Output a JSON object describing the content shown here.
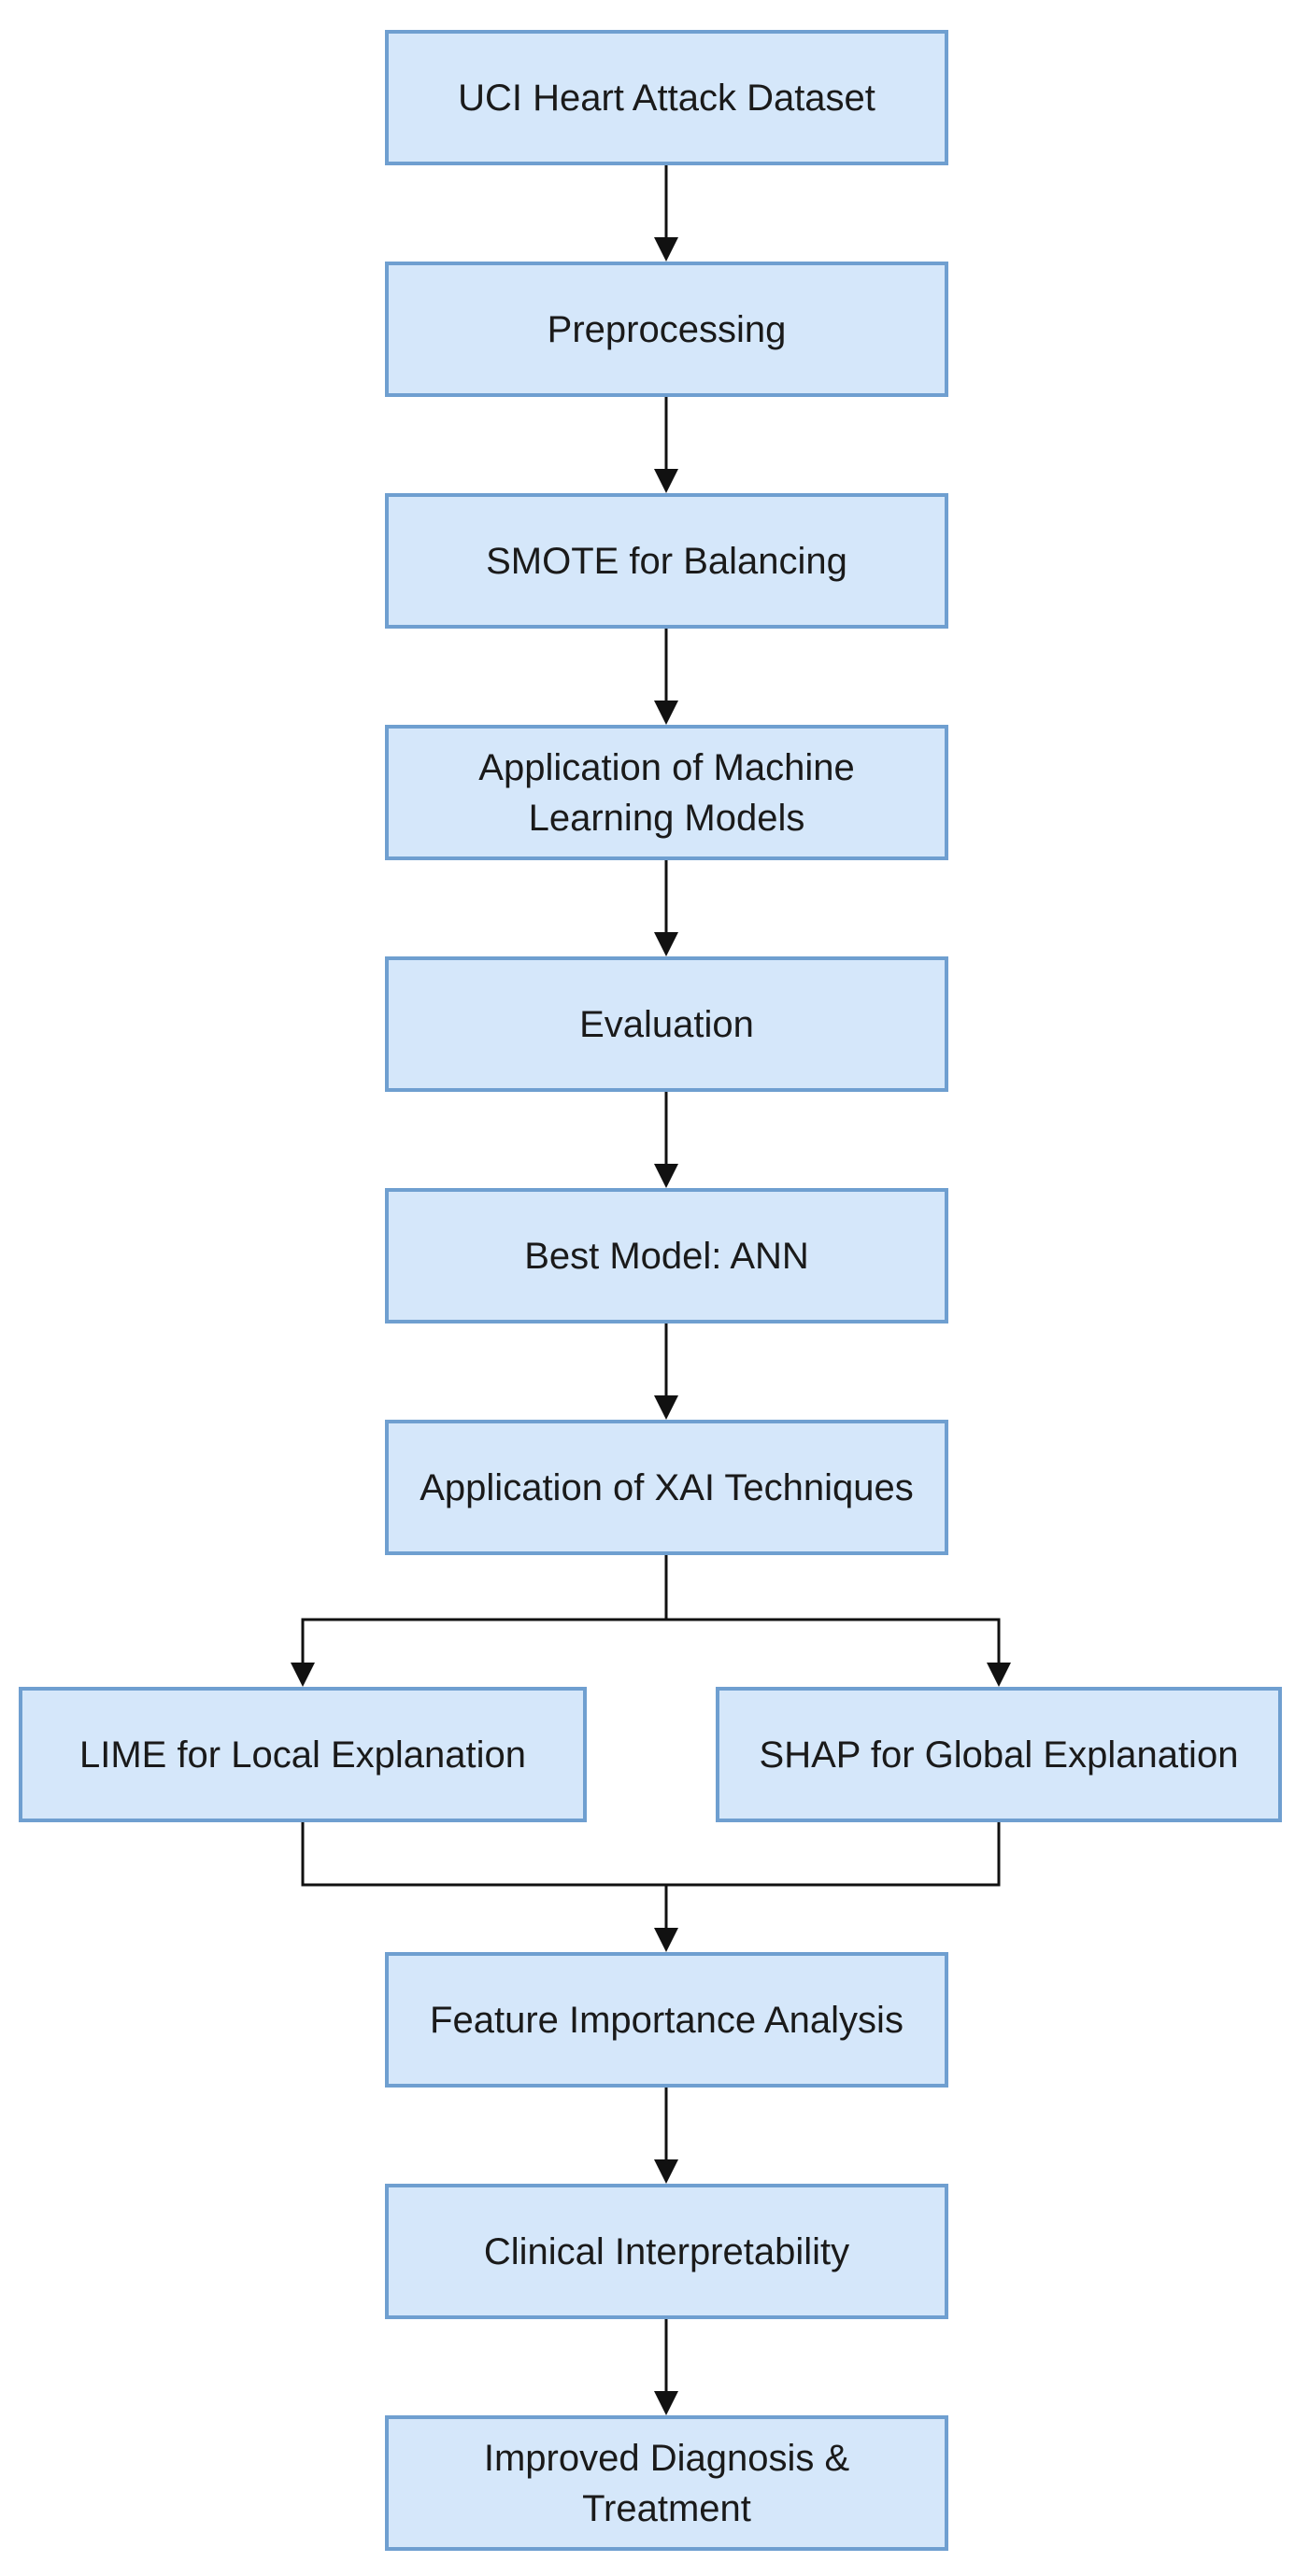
{
  "diagram": {
    "nodes": {
      "dataset": "UCI Heart Attack Dataset",
      "preprocessing": "Preprocessing",
      "smote": "SMOTE for Balancing",
      "ml_models": "Application of Machine Learning Models",
      "evaluation": "Evaluation",
      "best_model": "Best Model: ANN",
      "xai": "Application of XAI Techniques",
      "lime": "LIME for Local Explanation",
      "shap": "SHAP for Global Explanation",
      "feature_importance": "Feature Importance Analysis",
      "clinical": "Clinical Interpretability",
      "diagnosis": "Improved Diagnosis & Treatment"
    },
    "edges": [
      [
        "dataset",
        "preprocessing"
      ],
      [
        "preprocessing",
        "smote"
      ],
      [
        "smote",
        "ml_models"
      ],
      [
        "ml_models",
        "evaluation"
      ],
      [
        "evaluation",
        "best_model"
      ],
      [
        "best_model",
        "xai"
      ],
      [
        "xai",
        "lime"
      ],
      [
        "xai",
        "shap"
      ],
      [
        "lime",
        "feature_importance"
      ],
      [
        "shap",
        "feature_importance"
      ],
      [
        "feature_importance",
        "clinical"
      ],
      [
        "clinical",
        "diagnosis"
      ]
    ],
    "colors": {
      "node_fill": "#d5e7fa",
      "node_border": "#6f9fd0",
      "edge": "#111111",
      "text": "#1a1a1a"
    }
  }
}
